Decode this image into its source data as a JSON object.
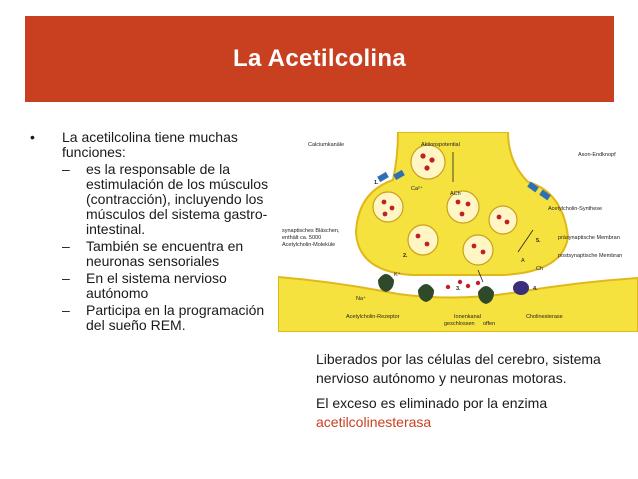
{
  "slide": {
    "title": "La Acetilcolina",
    "accent_color": "#c8401f",
    "bullet_symbol": "•",
    "dash_symbol": "–",
    "bullets": [
      {
        "text": "La acetilcolina tiene muchas funciones:",
        "sub": [
          "es la responsable de la estimulación de los músculos (contracción), incluyendo los músculos del sistema gastro-intestinal.",
          "También se encuentra en neuronas sensoriales",
          "En el sistema nervioso autónomo",
          "Participa en la programación del sueño REM."
        ]
      }
    ],
    "caption": {
      "line1": "Liberados por las células del cerebro, sistema nervioso autónomo y neuronas motoras.",
      "line2_prefix": "El exceso es eliminado por la enzima",
      "line2_highlight": "acetilcolinesterasa"
    }
  },
  "diagram": {
    "labels": {
      "calcium_channels": "Calciumkanäle",
      "action_potential": "Aktionspotential",
      "axon_end": "Axon-Endknopf",
      "step1": "1.",
      "step2": "2.",
      "step3": "3.",
      "step4": "4.",
      "step5": "5.",
      "ca": "Ca²⁺",
      "ach": "ACh",
      "synthesis": "Acetylcholin-Synthese",
      "vesicles": "synaptisches Bläschen,",
      "vesicles2": "enthält ca. 5000",
      "vesicles3": "Acetylcholin-Moleküle",
      "presynaptic": "präsynaptische Membran",
      "postsynaptic": "postsynaptische Membran",
      "receptor": "Acetylcholin-Rezeptor",
      "ion_channel": "Ionenkanal",
      "closed": "geschlossen",
      "open": "offen",
      "cholinesterase": "Cholinesterase",
      "na": "Na⁺",
      "k": "K⁺",
      "a": "A",
      "ch": "Ch"
    }
  }
}
